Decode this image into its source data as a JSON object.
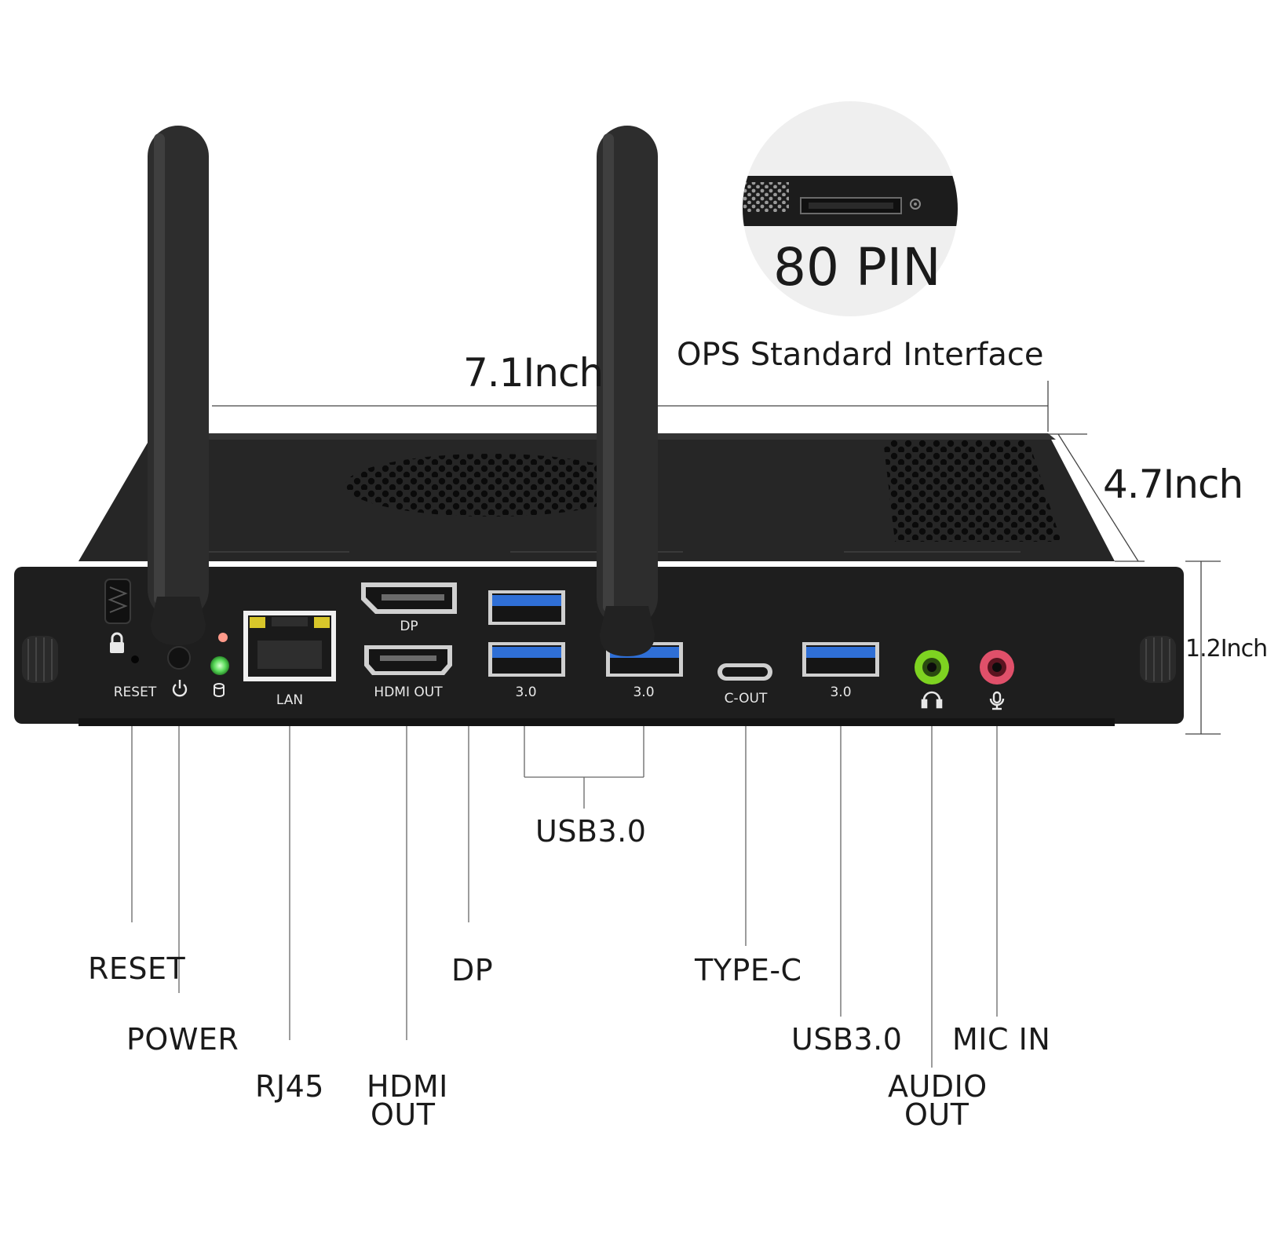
{
  "interface_panel": {
    "pin_label": "80 PIN",
    "caption": "OPS Standard Interface"
  },
  "dimensions": {
    "width": "7.1Inch",
    "depth": "4.7Inch",
    "height": "1.2Inch"
  },
  "port_labels": {
    "reset": "RESET",
    "lan": "LAN",
    "dp": "DP",
    "hdmi": "HDMI OUT",
    "usb_a": "3.0",
    "usb_b": "3.0",
    "typec": "C-OUT",
    "usb_c": "3.0"
  },
  "callouts": {
    "usb_group": "USB3.0",
    "reset": "RESET",
    "power": "POWER",
    "rj45": "RJ45",
    "hdmi_line1": "HDMI",
    "hdmi_line2": "OUT",
    "dp": "DP",
    "typec": "TYPE-C",
    "usb_single": "USB3.0",
    "mic_in": "MIC IN",
    "audio_line1": "AUDIO",
    "audio_line2": "OUT"
  },
  "colors": {
    "chassis": "#1f1f1f",
    "usb_blue": "#2f6fd6",
    "audio_green": "#7ed321",
    "mic_pink": "#e0506a",
    "led_green": "#5cdc5c"
  },
  "icons": [
    "lock-icon",
    "power-icon",
    "hdd-icon",
    "headphone-icon",
    "microphone-icon"
  ]
}
